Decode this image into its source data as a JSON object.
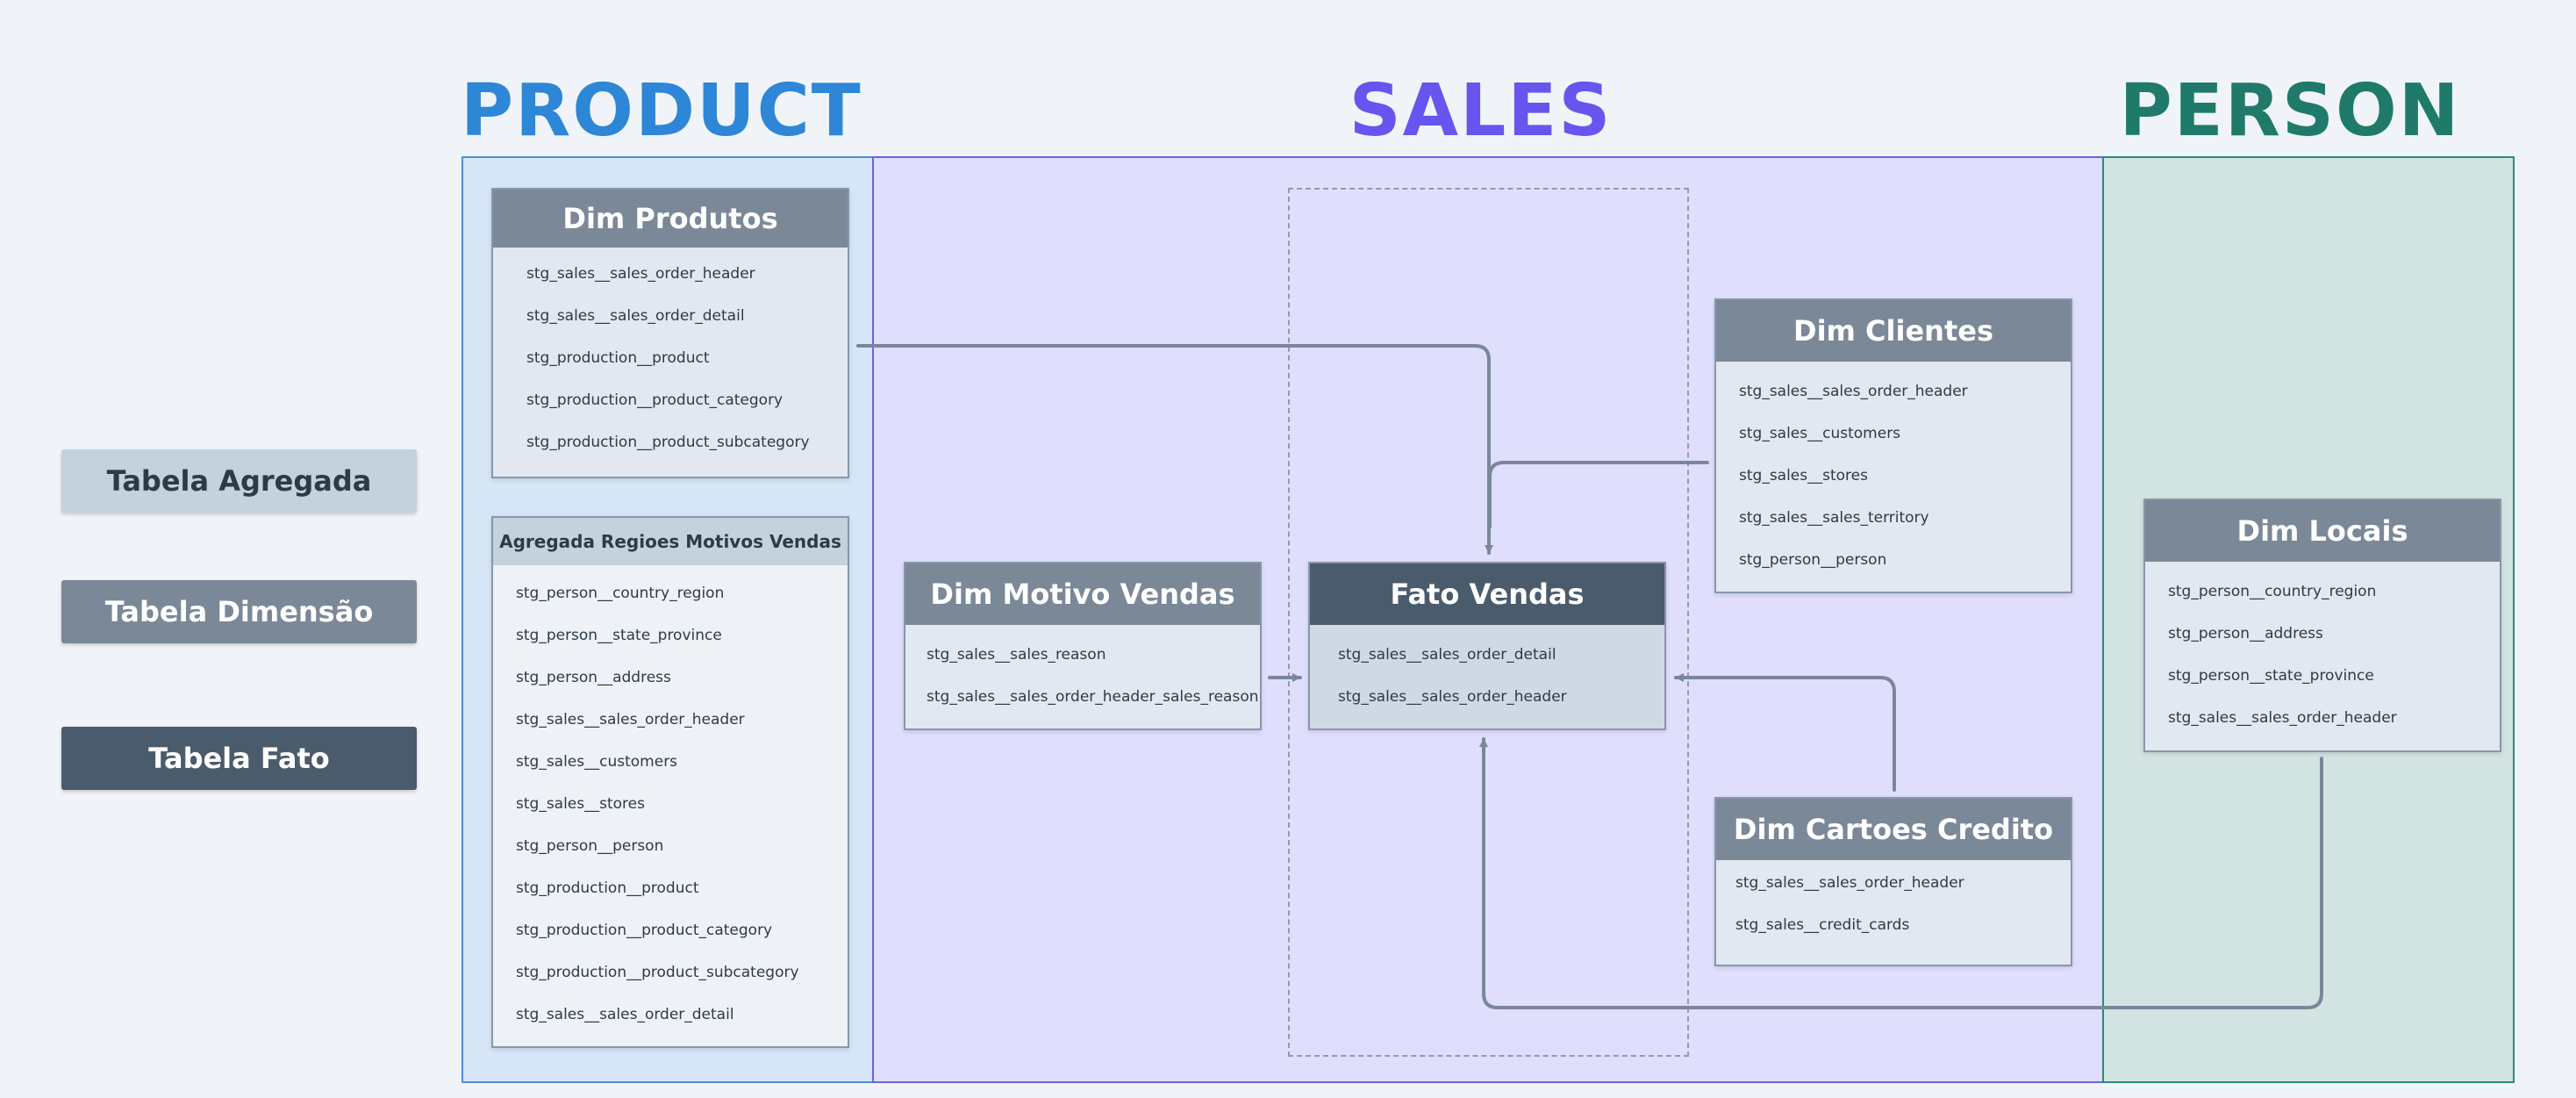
{
  "sections": {
    "product": {
      "title": "PRODUCT",
      "color": "#2e86d6"
    },
    "sales": {
      "title": "SALES",
      "color": "#6655ee"
    },
    "person": {
      "title": "PERSON",
      "color": "#1f7a6a"
    }
  },
  "legend": {
    "agregada": "Tabela Agregada",
    "dimensao": "Tabela Dimensão",
    "fato": "Tabela Fato"
  },
  "tables": {
    "dim_produtos": {
      "title": "Dim Produtos",
      "rows": [
        "stg_sales__sales_order_header",
        "stg_sales__sales_order_detail",
        "stg_production__product",
        "stg_production__product_category",
        "stg_production__product_subcategory"
      ]
    },
    "agregada": {
      "title": "Agregada Regioes Motivos Vendas",
      "rows": [
        "stg_person__country_region",
        "stg_person__state_province",
        "stg_person__address",
        "stg_sales__sales_order_header",
        "stg_sales__customers",
        "stg_sales__stores",
        "stg_person__person",
        "stg_production__product",
        "stg_production__product_category",
        "stg_production__product_subcategory",
        "stg_sales__sales_order_detail"
      ]
    },
    "dim_motivo": {
      "title": "Dim Motivo Vendas",
      "rows": [
        "stg_sales__sales_reason",
        "stg_sales__sales_order_header_sales_reason"
      ]
    },
    "fato_vendas": {
      "title": "Fato Vendas",
      "rows": [
        "stg_sales__sales_order_detail",
        "stg_sales__sales_order_header"
      ]
    },
    "dim_clientes": {
      "title": "Dim Clientes",
      "rows": [
        "stg_sales__sales_order_header",
        "stg_sales__customers",
        "stg_sales__stores",
        "stg_sales__sales_territory",
        "stg_person__person"
      ]
    },
    "dim_cartoes": {
      "title": "Dim Cartoes Credito",
      "rows": [
        "stg_sales__sales_order_header",
        "stg_sales__credit_cards"
      ]
    },
    "dim_locais": {
      "title": "Dim Locais",
      "rows": [
        "stg_person__country_region",
        "stg_person__address",
        "stg_person__state_province",
        "stg_sales__sales_order_header"
      ]
    }
  }
}
